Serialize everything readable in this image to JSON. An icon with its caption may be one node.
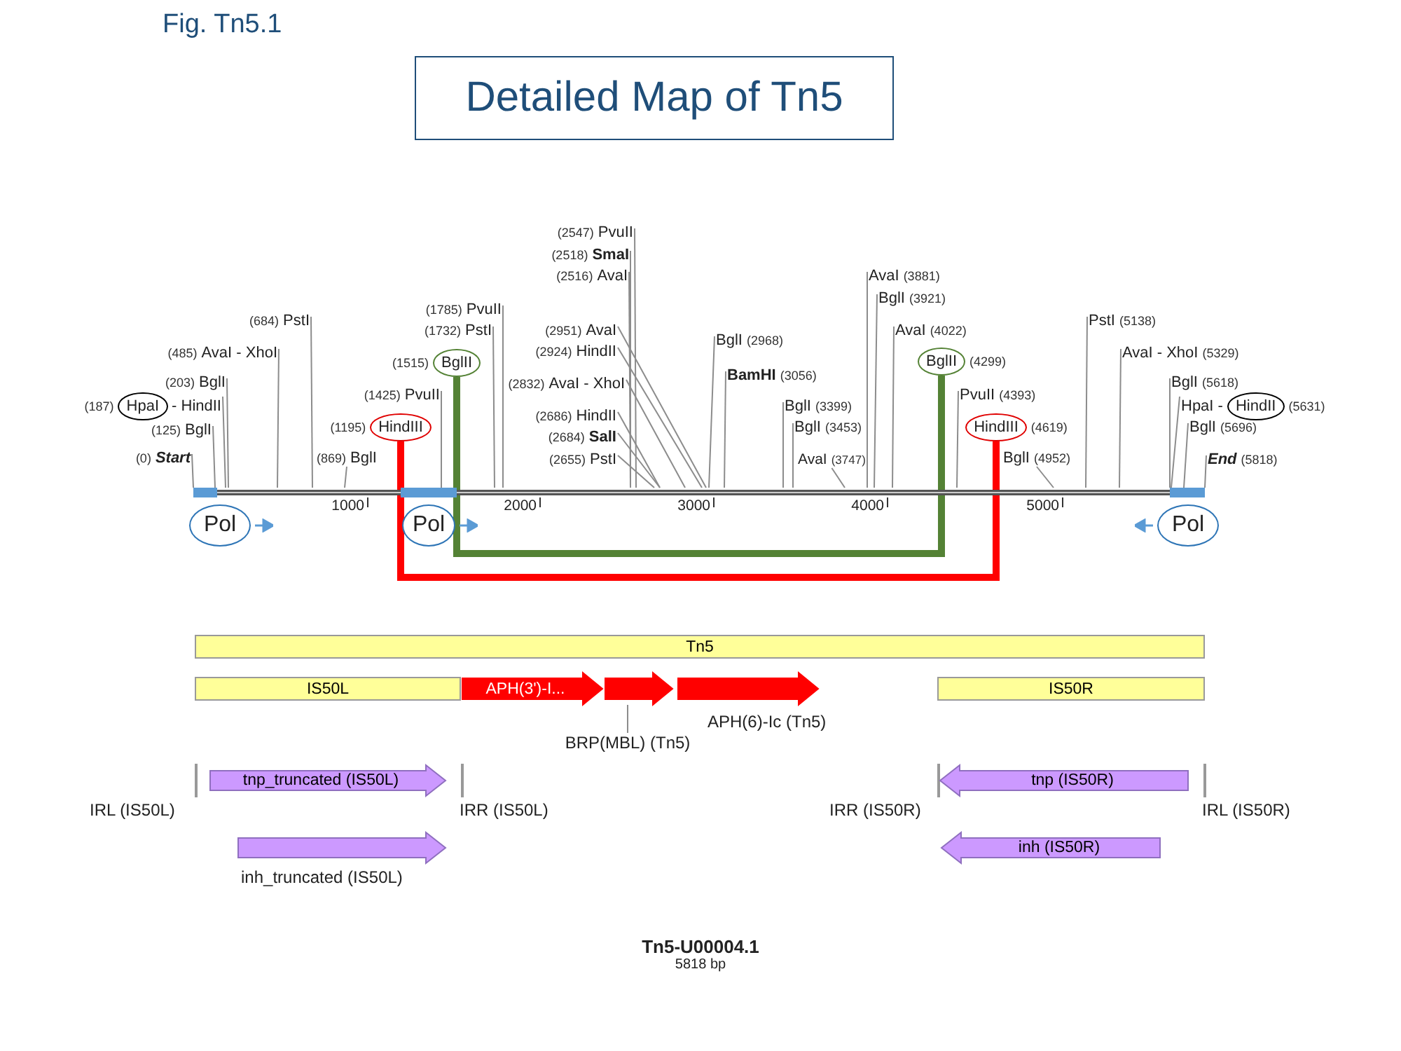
{
  "diagram": {
    "title": "Detailed Map of Tn5",
    "caption": "Tn5-U00004.1",
    "nodes": [
      {
        "text": [
          "(0)",
          "Start"
        ]
      },
      {
        "text": [
          "(125)",
          "BglI"
        ]
      },
      {
        "text": [
          "HpaI",
          "- HindII"
        ],
        "beside": [
          "(187)"
        ]
      },
      {
        "text": [
          "(203)",
          "BglI"
        ]
      },
      {
        "text": [
          "(485)",
          "AvaI - XhoI"
        ]
      },
      {
        "text": [
          "(684)",
          "PstI"
        ]
      },
      {
        "text": [
          "(869)",
          "BglI"
        ]
      },
      {
        "text": [
          "HindIII"
        ],
        "beside": [
          "(1195)"
        ]
      },
      {
        "text": [
          "(1425)",
          "PvuII"
        ]
      },
      {
        "text": [
          "BglII"
        ],
        "beside": [
          "(1515)"
        ]
      },
      {
        "text": [
          "(1732)",
          "PstI"
        ]
      },
      {
        "text": [
          "(1785)",
          "PvuII"
        ]
      },
      {
        "text": [
          "(2516)",
          "AvaI"
        ]
      },
      {
        "text": [
          "(2518)",
          "SmaI"
        ]
      },
      {
        "text": [
          "(2547)",
          "PvuII"
        ]
      },
      {
        "text": [
          "(2655)",
          "PstI"
        ]
      },
      {
        "text": [
          "(2684)",
          "SalI"
        ]
      },
      {
        "text": [
          "(2686)",
          "HindII"
        ]
      },
      {
        "text": [
          "(2832)",
          "AvaI - XhoI"
        ]
      },
      {
        "text": [
          "(2924)",
          "HindII"
        ]
      },
      {
        "text": [
          "(2951)",
          "AvaI"
        ]
      },
      {
        "text": [
          "BglI",
          "(2968)"
        ]
      },
      {
        "text": [
          "BamHI",
          "(3056)"
        ]
      },
      {
        "text": [
          "BglI",
          "(3399)"
        ]
      },
      {
        "text": [
          "BglI",
          "(3453)"
        ]
      },
      {
        "text": [
          "AvaI",
          "(3747)"
        ]
      },
      {
        "text": [
          "AvaI",
          "(3881)"
        ]
      },
      {
        "text": [
          "BglI",
          "(3921)"
        ]
      },
      {
        "text": [
          "AvaI",
          "(4022)"
        ]
      },
      {
        "text": [
          "BglII"
        ],
        "beside": [
          "(4299)"
        ]
      },
      {
        "text": [
          "PvuII",
          "(4393)"
        ]
      },
      {
        "text": [
          "HindIII"
        ],
        "beside": [
          "(4619)"
        ]
      },
      {
        "text": [
          "BglI",
          "(4952)"
        ]
      },
      {
        "text": [
          "PstI",
          "(5138)"
        ]
      },
      {
        "text": [
          "AvaI - XhoI",
          "(5329)"
        ]
      },
      {
        "text": [
          "BglI",
          "(5618)"
        ]
      },
      {
        "text": [
          "HpaI -",
          "HindII"
        ],
        "beside": [
          "(5631)"
        ]
      },
      {
        "text": [
          "BglI",
          "(5696)"
        ]
      },
      {
        "text": [
          "End",
          "(5818)"
        ]
      },
      {
        "text": [],
        "shape": "bar"
      },
      {
        "text": [
          "Pol"
        ]
      },
      {
        "text": [
          "Pol"
        ]
      },
      {
        "text": [
          "Pol"
        ]
      },
      {
        "text": [
          "Tn5"
        ]
      },
      {
        "text": [
          "IS50L"
        ]
      },
      {
        "text": [
          "APH(3')-I..."
        ]
      },
      {
        "text": [],
        "shape": "arrow"
      },
      {
        "text": [],
        "shape": "arrow",
        "beside": [
          "APH(6)-Ic (Tn5)"
        ]
      },
      {
        "text": [
          "BRP(MBL) (Tn5)"
        ]
      },
      {
        "text": [
          "IS50R"
        ]
      },
      {
        "text": [
          "tnp_truncated (IS50L)"
        ]
      },
      {
        "text": [],
        "shape": "arrow",
        "beside": [
          "inh_truncated (IS50L)"
        ]
      },
      {
        "text": [
          "tnp (IS50R)"
        ]
      },
      {
        "text": [
          "inh (IS50R)"
        ]
      }
    ],
    "edges": [
      {
        "from": 0,
        "to": 39,
        "arrow": "none"
      },
      {
        "from": 1,
        "to": 39,
        "arrow": "none"
      },
      {
        "from": 2,
        "to": 39,
        "arrow": "none"
      },
      {
        "from": 3,
        "to": 39,
        "arrow": "none"
      },
      {
        "from": 4,
        "to": 39,
        "arrow": "none"
      },
      {
        "from": 5,
        "to": 39,
        "arrow": "none"
      },
      {
        "from": 6,
        "to": 39,
        "arrow": "none"
      },
      {
        "from": 8,
        "to": 39,
        "arrow": "none"
      },
      {
        "from": 10,
        "to": 39,
        "arrow": "none"
      },
      {
        "from": 11,
        "to": 39,
        "arrow": "none"
      },
      {
        "from": 12,
        "to": 39,
        "arrow": "none"
      },
      {
        "from": 13,
        "to": 39,
        "arrow": "none"
      },
      {
        "from": 14,
        "to": 39,
        "arrow": "none"
      },
      {
        "from": 15,
        "to": 39,
        "arrow": "none"
      },
      {
        "from": 16,
        "to": 39,
        "arrow": "none"
      },
      {
        "from": 17,
        "to": 39,
        "arrow": "none"
      },
      {
        "from": 18,
        "to": 39,
        "arrow": "none"
      },
      {
        "from": 19,
        "to": 39,
        "arrow": "none"
      },
      {
        "from": 20,
        "to": 39,
        "arrow": "none"
      },
      {
        "from": 21,
        "to": 39,
        "arrow": "none"
      },
      {
        "from": 22,
        "to": 39,
        "arrow": "none"
      },
      {
        "from": 23,
        "to": 39,
        "arrow": "none"
      },
      {
        "from": 24,
        "to": 39,
        "arrow": "none"
      },
      {
        "from": 25,
        "to": 39,
        "arrow": "none"
      },
      {
        "from": 26,
        "to": 39,
        "arrow": "none"
      },
      {
        "from": 27,
        "to": 39,
        "arrow": "none"
      },
      {
        "from": 28,
        "to": 39,
        "arrow": "none"
      },
      {
        "from": 30,
        "to": 39,
        "arrow": "none"
      },
      {
        "from": 32,
        "to": 39,
        "arrow": "none"
      },
      {
        "from": 33,
        "to": 39,
        "arrow": "none"
      },
      {
        "from": 34,
        "to": 39,
        "arrow": "none"
      },
      {
        "from": 35,
        "to": 39,
        "arrow": "none"
      },
      {
        "from": 36,
        "to": 39,
        "arrow": "none"
      },
      {
        "from": 37,
        "to": 39,
        "arrow": "none"
      },
      {
        "from": 38,
        "to": 39,
        "arrow": "none"
      },
      {
        "from": 9,
        "to": 29,
        "arrow": "none",
        "style": "thick",
        "color": "#548235"
      },
      {
        "from": 7,
        "to": 31,
        "arrow": "none",
        "style": "thick",
        "color": "#ff0000"
      },
      {
        "from": 48,
        "to": 46,
        "arrow": "none"
      }
    ],
    "labels": [
      "Fig. Tn5.1",
      "1000",
      "2000",
      "3000",
      "4000",
      "5000",
      "IRL (IS50L)",
      "IRR (IS50L)",
      "IRR (IS50R)",
      "IRL (IS50R)",
      "5818 bp"
    ]
  }
}
